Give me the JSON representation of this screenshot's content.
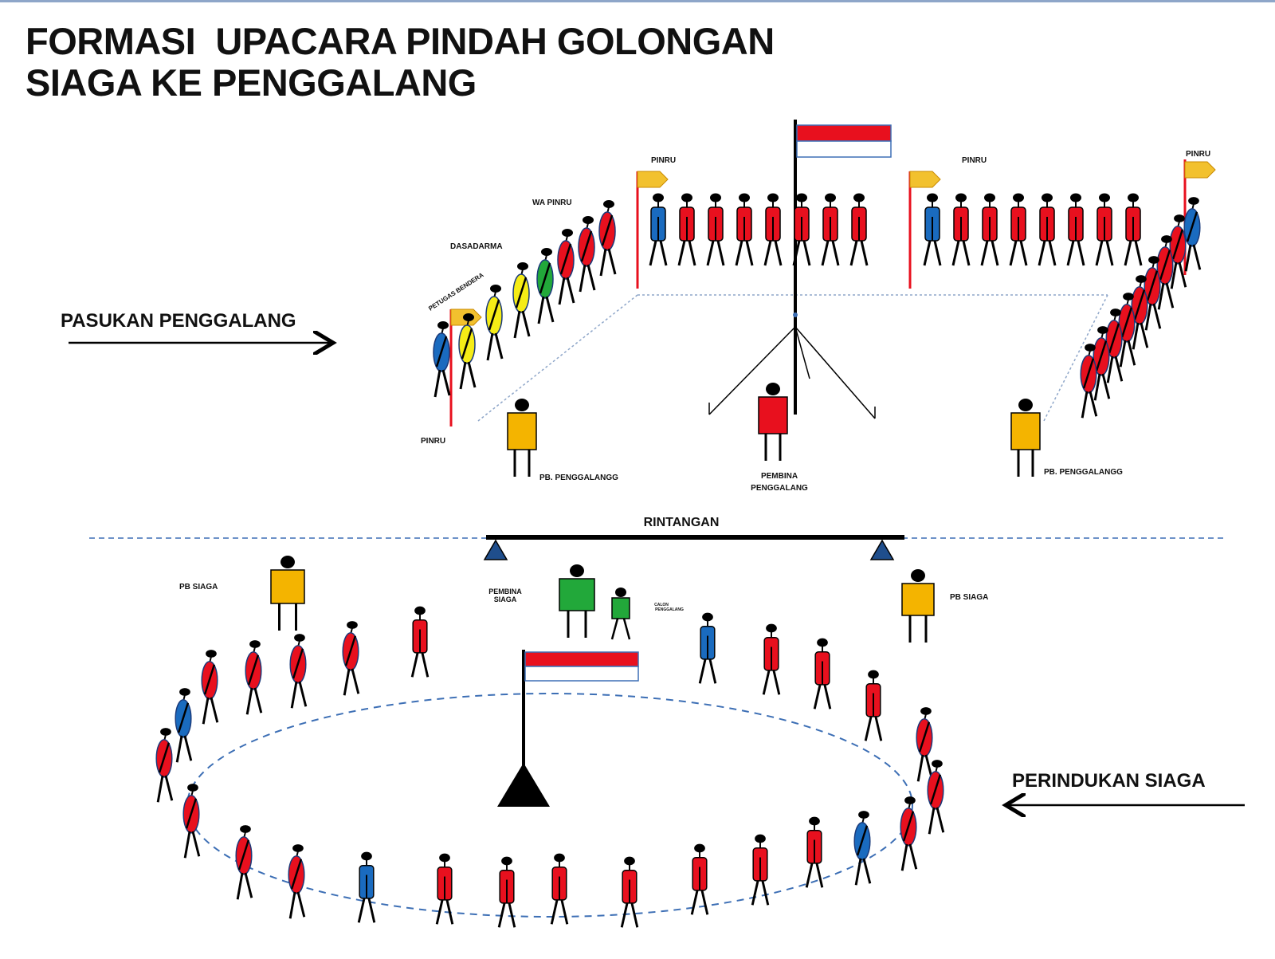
{
  "title": {
    "line1": "FORMASI  UPACARA PINDAH GOLONGAN",
    "line2": "SIAGA KE PENGGALANG"
  },
  "labels": {
    "pasukan_penggalang": "PASUKAN PENGGALANG",
    "perindukan_siaga": "PERINDUKAN SIAGA",
    "pinru": "PINRU",
    "wa_pinru": "WA PINRU",
    "dasadarma": "DASADARMA",
    "petugas_bendera": "PETUGAS BENDERA",
    "pb_penggalang": "PB. PENGGALANGG",
    "pembina_penggalang_1": "PEMBINA",
    "pembina_penggalang_2": "PENGGALANG",
    "rintangan": "RINTANGAN",
    "pb_siaga": "PB SIAGA",
    "pembina_siaga_1": "PEMBINA",
    "pembina_siaga_2": "SIAGA",
    "calon_penggalang_1": "CALON",
    "calon_penggalang_2": "PENGGALANG"
  },
  "colors": {
    "red": "#e8101e",
    "blue": "#1a6bbf",
    "yellow": "#f5ec16",
    "green": "#22a83a",
    "gold": "#f4b400",
    "flag_yellow": "#f2c12e",
    "dashed": "#3d6fb5",
    "ink": "#000000"
  },
  "icons": [
    "flag-merah-putih-icon",
    "pennant-flag-icon",
    "scout-figure-icon",
    "arrow-right-icon",
    "arrow-left-icon",
    "triangle-support-icon"
  ]
}
